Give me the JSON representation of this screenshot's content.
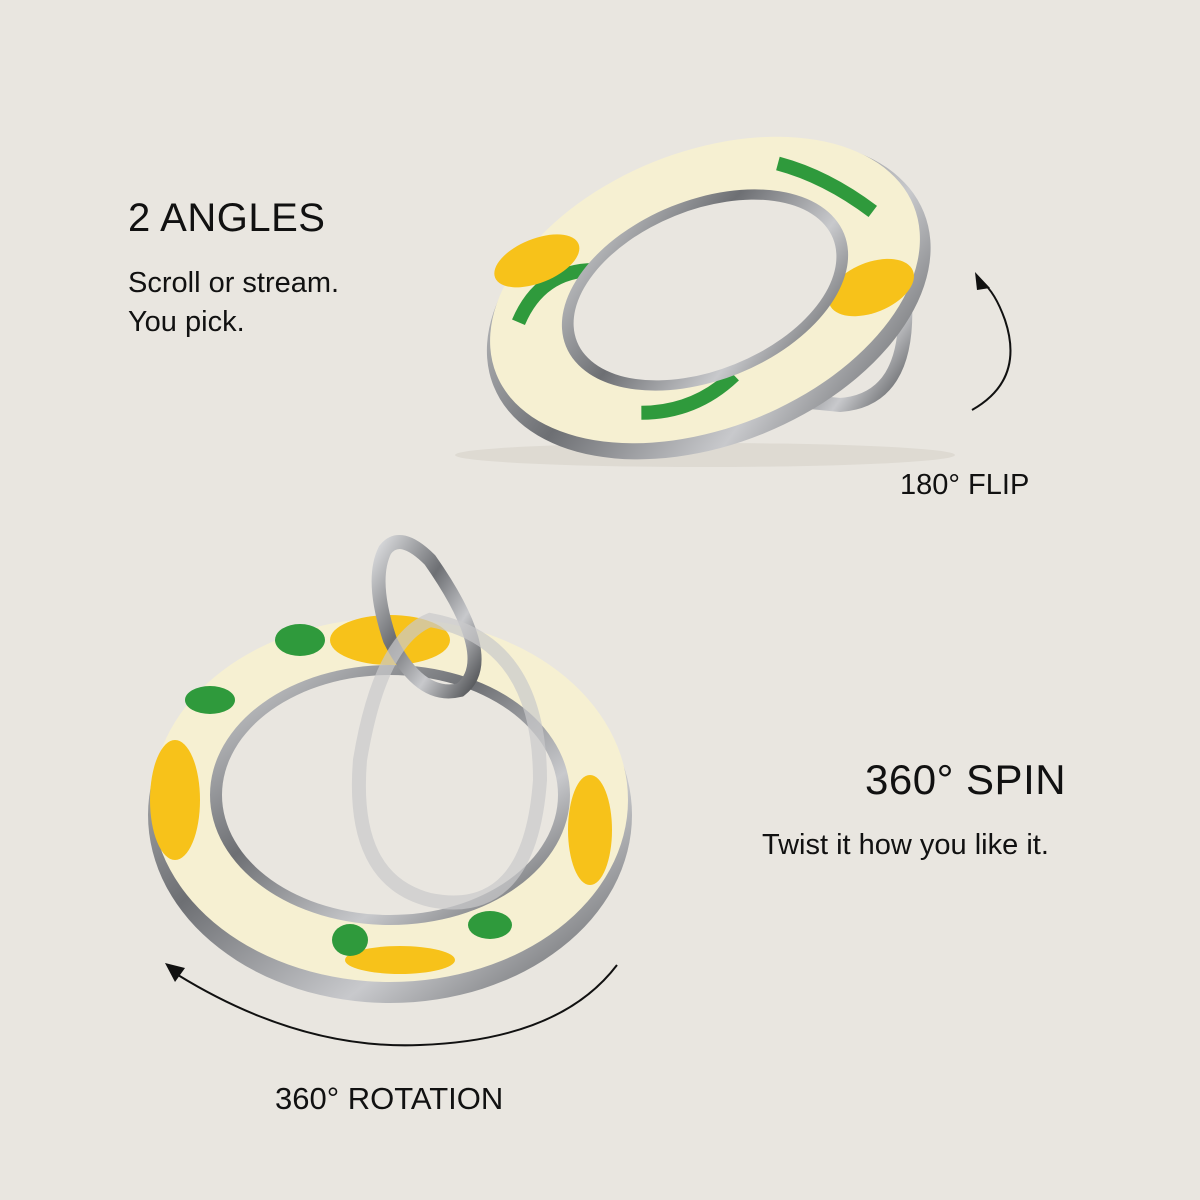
{
  "top_feature": {
    "title": "2 ANGLES",
    "lines": [
      "Scroll or stream.",
      "You pick."
    ],
    "arrow_label": "180° FLIP"
  },
  "bottom_feature": {
    "title": "360° SPIN",
    "description": "Twist it how you like it.",
    "arrow_label": "360° ROTATION"
  },
  "colors": {
    "background": "#e9e6e0",
    "cream": "#f6f0d2",
    "lemon": "#f7c21a",
    "leaf": "#2f9a3c",
    "metal": "#8d8f93"
  }
}
